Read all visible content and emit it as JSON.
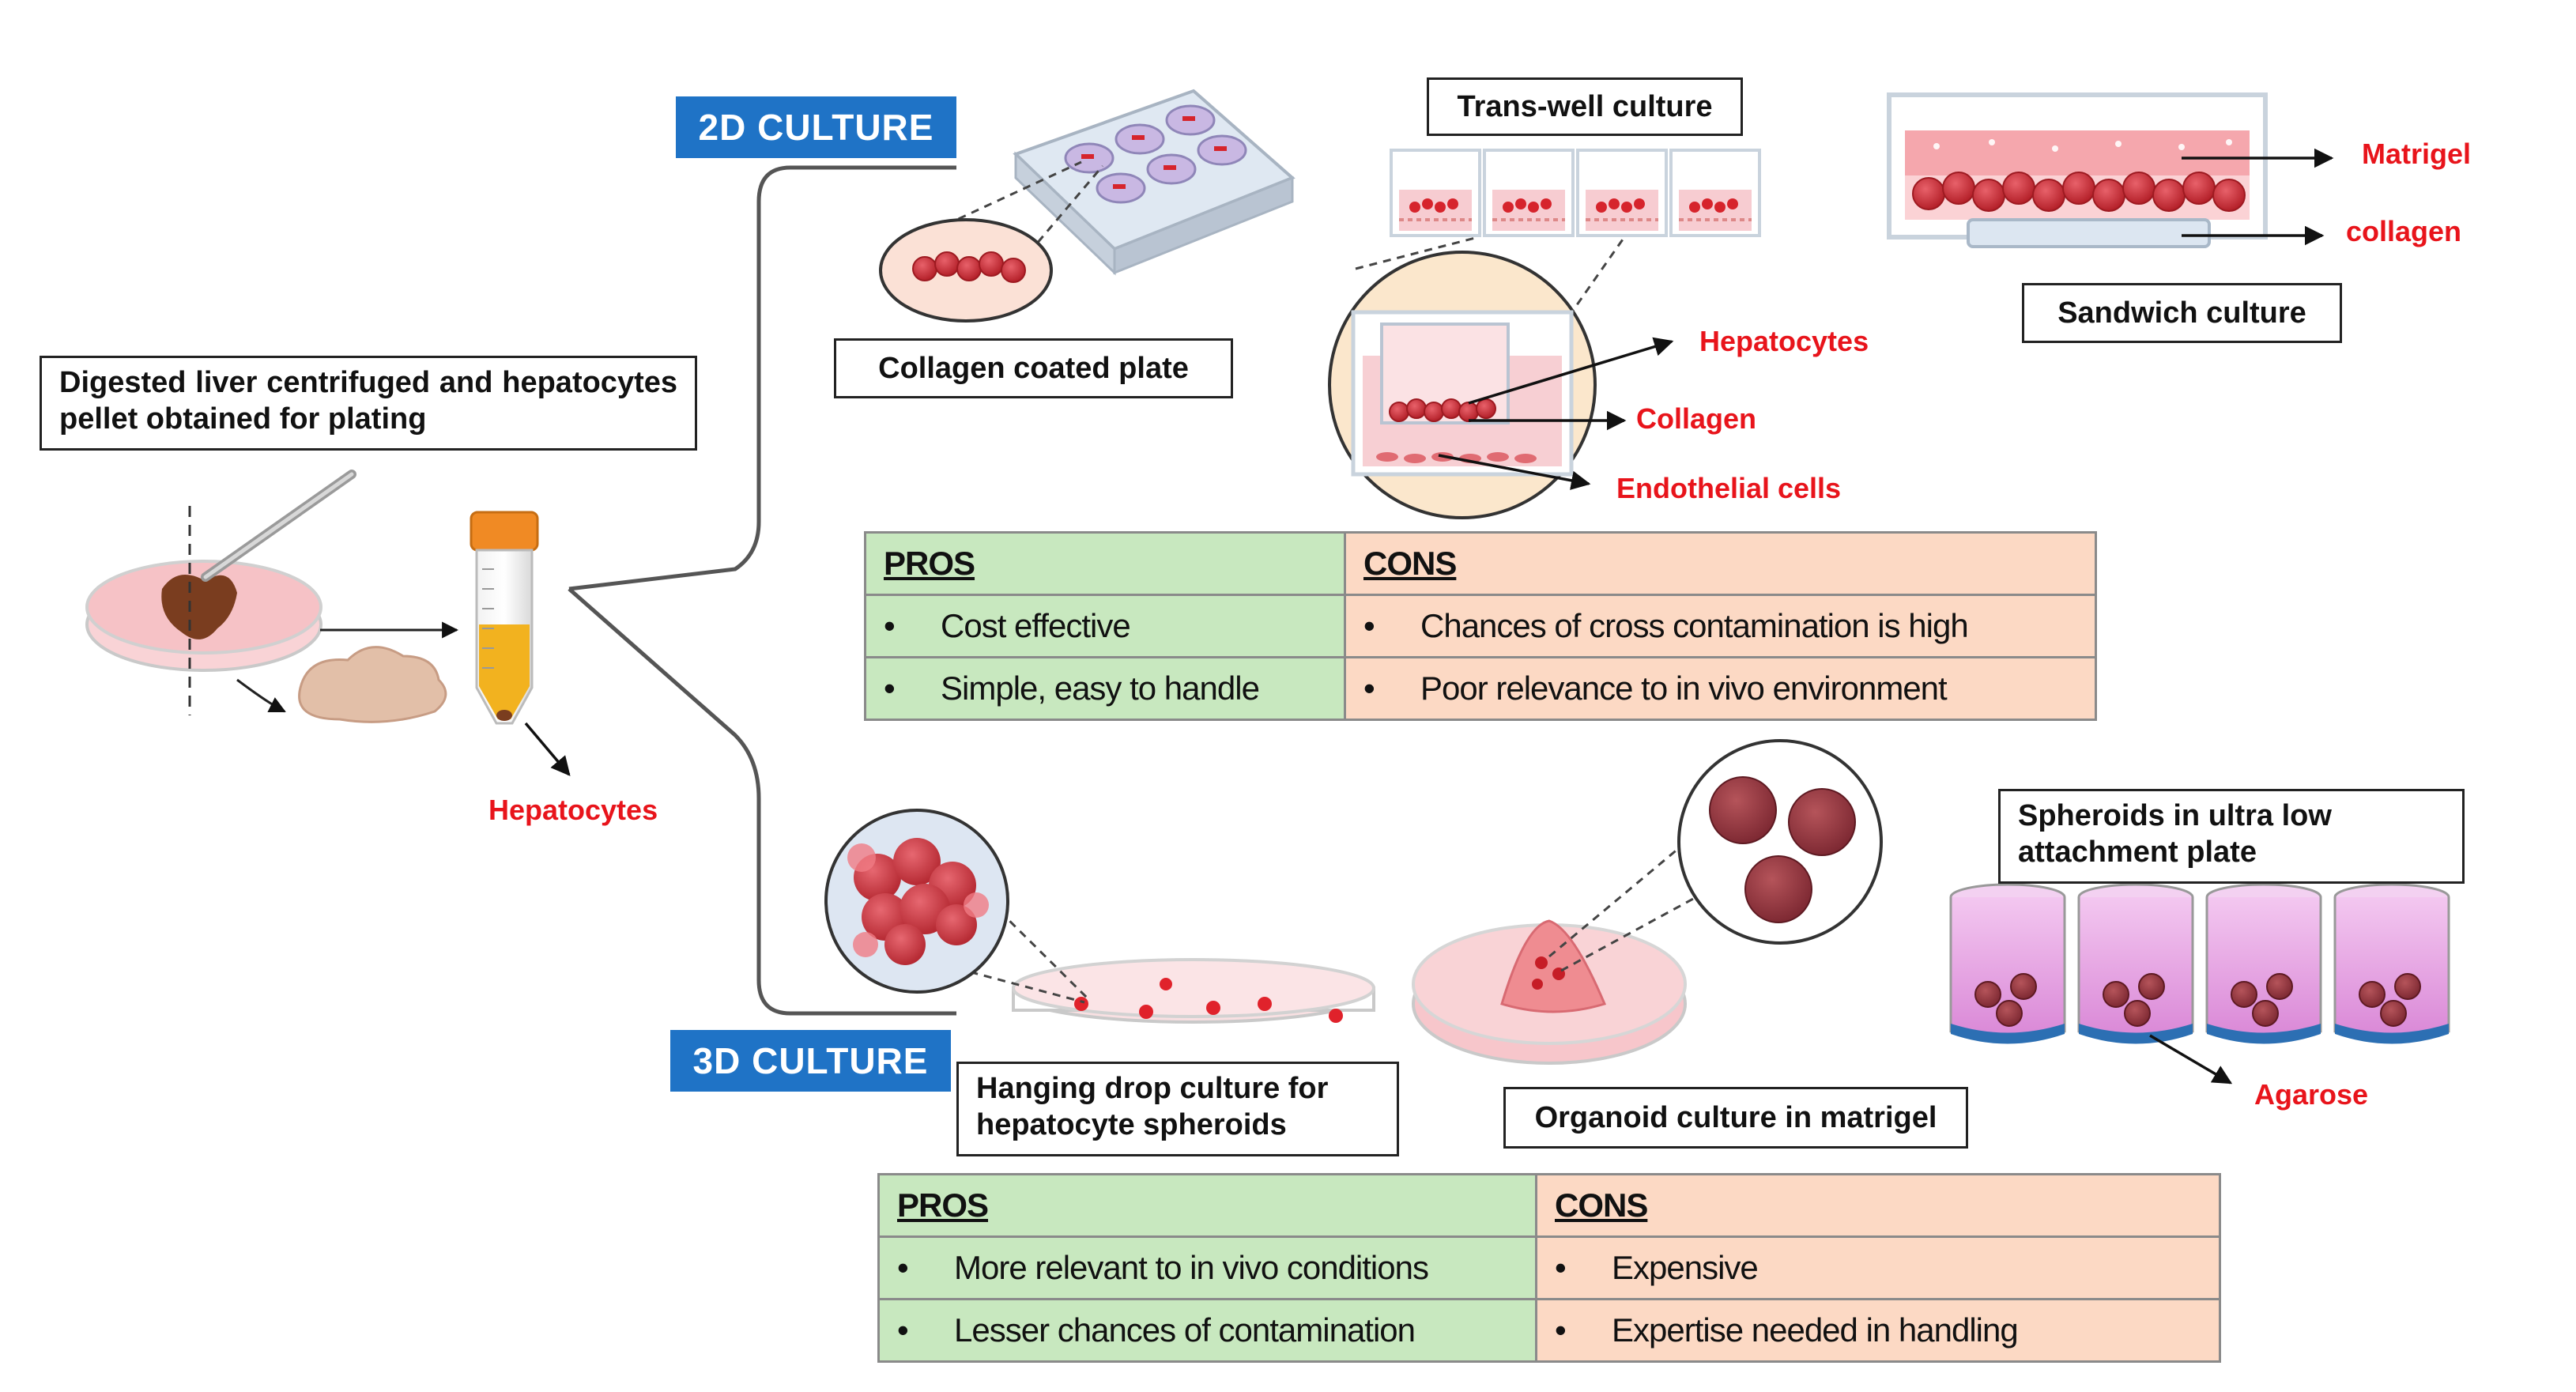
{
  "headers": {
    "culture_2d": "2D CULTURE",
    "culture_3d": "3D CULTURE"
  },
  "captions": {
    "digested": "Digested liver centrifuged and hepatocytes pellet obtained for plating",
    "collagen_plate": "Collagen coated plate",
    "transwell": "Trans-well culture",
    "sandwich": "Sandwich culture",
    "hanging_drop": "Hanging drop culture for hepatocyte spheroids",
    "organoid": "Organoid culture in matrigel",
    "ultra_low": "Spheroids in ultra low attachment plate"
  },
  "labels": {
    "hepatocytes_tube": "Hepatocytes",
    "hepatocytes_tw": "Hepatocytes",
    "collagen_tw": "Collagen",
    "endothelial": "Endothelial cells",
    "matrigel": "Matrigel",
    "collagen_sw": "collagen",
    "agarose": "Agarose"
  },
  "table_2d": {
    "pros_header": "PROS",
    "cons_header": "CONS",
    "bullet": "•",
    "rows": [
      {
        "pro": "Cost effective",
        "con": "Chances of cross contamination is high"
      },
      {
        "pro": "Simple, easy to handle",
        "con": "Poor relevance to in vivo environment"
      }
    ]
  },
  "table_3d": {
    "pros_header": "PROS",
    "cons_header": "CONS",
    "bullet": "•",
    "rows": [
      {
        "pro": "More relevant to in vivo conditions",
        "con": "Expensive"
      },
      {
        "pro": "Lesser chances of contamination",
        "con": "Expertise needed in handling"
      }
    ]
  },
  "colors": {
    "header_blue": "#1f73c6",
    "label_red": "#e8141b",
    "pros_green": "#c8e8bf",
    "cons_peach": "#fcd9c4",
    "medium_pink": "#f6c3c8",
    "cell_red": "#c9252d",
    "ula_magenta": "#e7a7e4",
    "agarose_blue": "#2c6fb3"
  }
}
